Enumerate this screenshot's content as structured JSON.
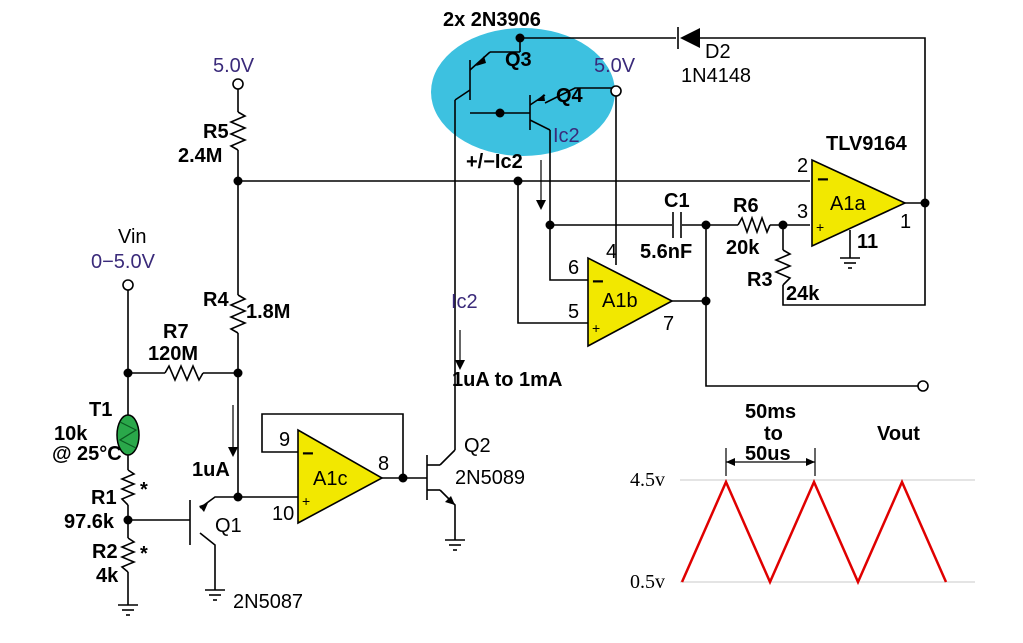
{
  "top_label": "2x 2N3906",
  "transistors": {
    "q3": "Q3",
    "q4": "Q4",
    "q1": "Q1",
    "q1_part": "2N5087",
    "q2": "Q2",
    "q2_part": "2N5089"
  },
  "diode": {
    "ref": "D2",
    "part": "1N4148"
  },
  "supplies": {
    "left": "5.0V",
    "right": "5.0V"
  },
  "resistors": {
    "r5": "R5",
    "r5_val": "2.4M",
    "r4": "R4",
    "r4_val": "1.8M",
    "r7": "R7",
    "r7_val": "120M",
    "r1": "R1",
    "r1_val": "97.6k",
    "r2": "R2",
    "r2_val": "4k",
    "r6": "R6",
    "r6_val": "20k",
    "r3": "R3",
    "r3_val": "24k"
  },
  "capacitor": {
    "ref": "C1",
    "val": "5.6nF"
  },
  "thermistor": {
    "ref": "T1",
    "val": "10k",
    "temp": "@ 25°C"
  },
  "star": "*",
  "input": {
    "label": "Vin",
    "range": "0−5.0V"
  },
  "currents": {
    "ic2_top": "Ic2",
    "pm_ic2": "+/−Ic2",
    "ic2_mid": "Ic2",
    "ic2_range": "1uA to 1mA",
    "one_ua": "1uA"
  },
  "opamps": {
    "a1a": "A1a",
    "a1b": "A1b",
    "a1c": "A1c",
    "part": "TLV9164",
    "pins": {
      "a1a_inv": "2",
      "a1a_non": "3",
      "a1a_out": "1",
      "a1a_gnd": "11",
      "a1b_inv": "6",
      "a1b_non": "5",
      "a1b_out": "7",
      "a1b_vcc": "4",
      "a1c_inv": "9",
      "a1c_non": "10",
      "a1c_out": "8"
    },
    "minus": "−",
    "plus": "+"
  },
  "waveform": {
    "output_label": "Vout",
    "period_line1": "50ms",
    "period_line2": "to",
    "period_line3": "50us",
    "high": "4.5v",
    "low": "0.5v",
    "color": "#e00000"
  },
  "highlight_color": "#3dc1e0"
}
